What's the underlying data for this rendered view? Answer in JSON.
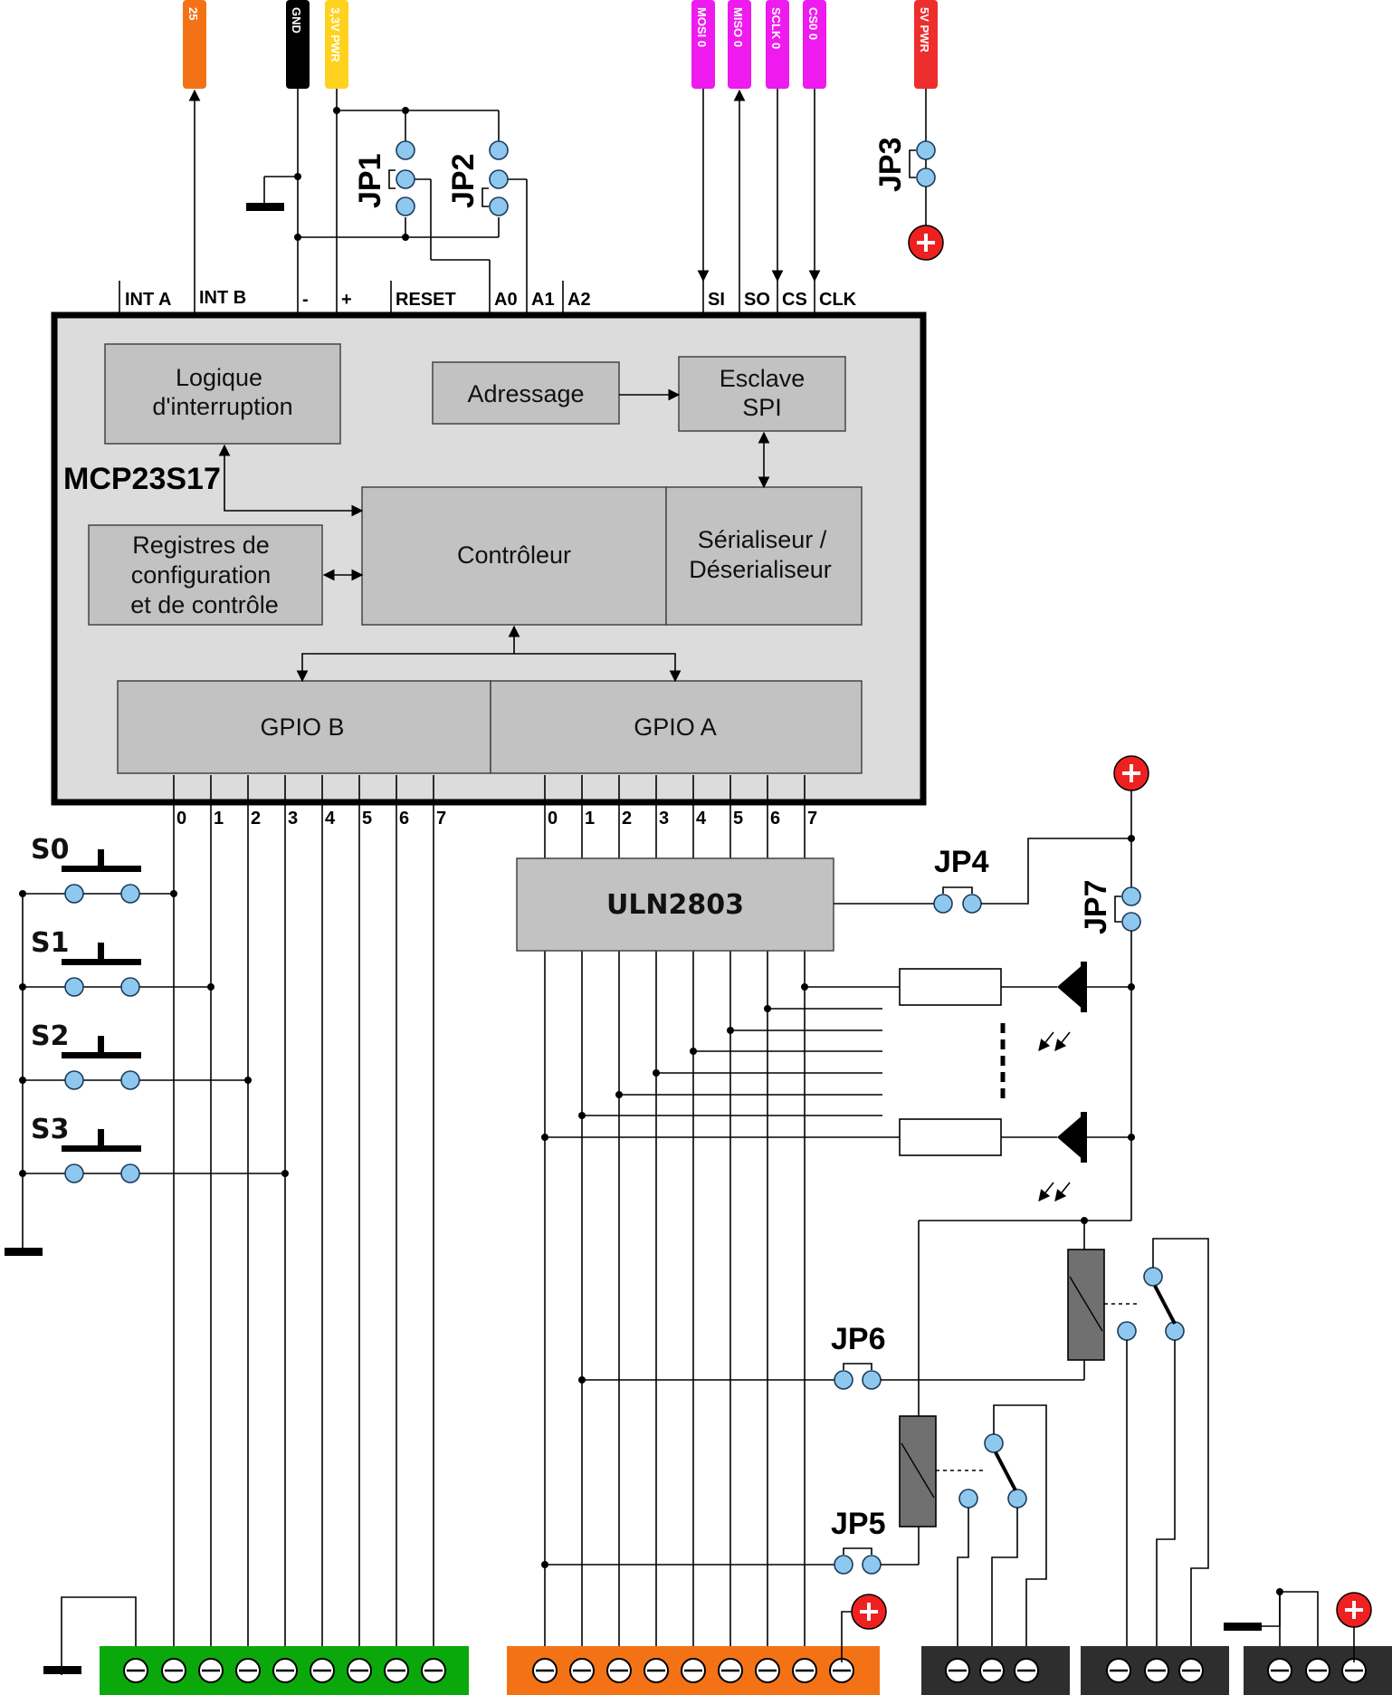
{
  "chip": {
    "name": "MCP23S17"
  },
  "blocks": {
    "logic": [
      "Logique",
      "d'interruption"
    ],
    "addressing": "Adressage",
    "spi": [
      "Esclave",
      "SPI"
    ],
    "registers": [
      "Registres de",
      "configuration",
      "et de contrôle"
    ],
    "controller": "Contrôleur",
    "serializer": [
      "Sérialiseur /",
      "Déserialiseur"
    ],
    "gpio_b": "GPIO B",
    "gpio_a": "GPIO A"
  },
  "top_pins": [
    "INT A",
    "INT B",
    "-",
    "+",
    "RESET",
    "A0",
    "A1",
    "A2",
    "SI",
    "SO",
    "CS",
    "CLK"
  ],
  "headers": [
    {
      "label": "25",
      "color": "#f47216"
    },
    {
      "label": "GND",
      "color": "#000000"
    },
    {
      "label": "3,3V PWR",
      "color": "#ffd21f"
    },
    {
      "label": "MOSI 0",
      "color": "#ee1aee"
    },
    {
      "label": "MISO 0",
      "color": "#ee1aee"
    },
    {
      "label": "SCLK 0",
      "color": "#ee1aee"
    },
    {
      "label": "CS0 0",
      "color": "#ee1aee"
    },
    {
      "label": "5V PWR",
      "color": "#ee2d2d"
    }
  ],
  "gpio_numbers": [
    "0",
    "1",
    "2",
    "3",
    "4",
    "5",
    "6",
    "7"
  ],
  "switches": [
    "S0",
    "S1",
    "S2",
    "S3"
  ],
  "jumpers": [
    "JP1",
    "JP2",
    "JP3",
    "JP4",
    "JP5",
    "JP6",
    "JP7"
  ],
  "driver": "ULN2803",
  "colors": {
    "terminal_green": "#0ba80b",
    "terminal_orange": "#f47216",
    "terminal_dark": "#2e2e2e",
    "plus_red": "#ee2020"
  }
}
